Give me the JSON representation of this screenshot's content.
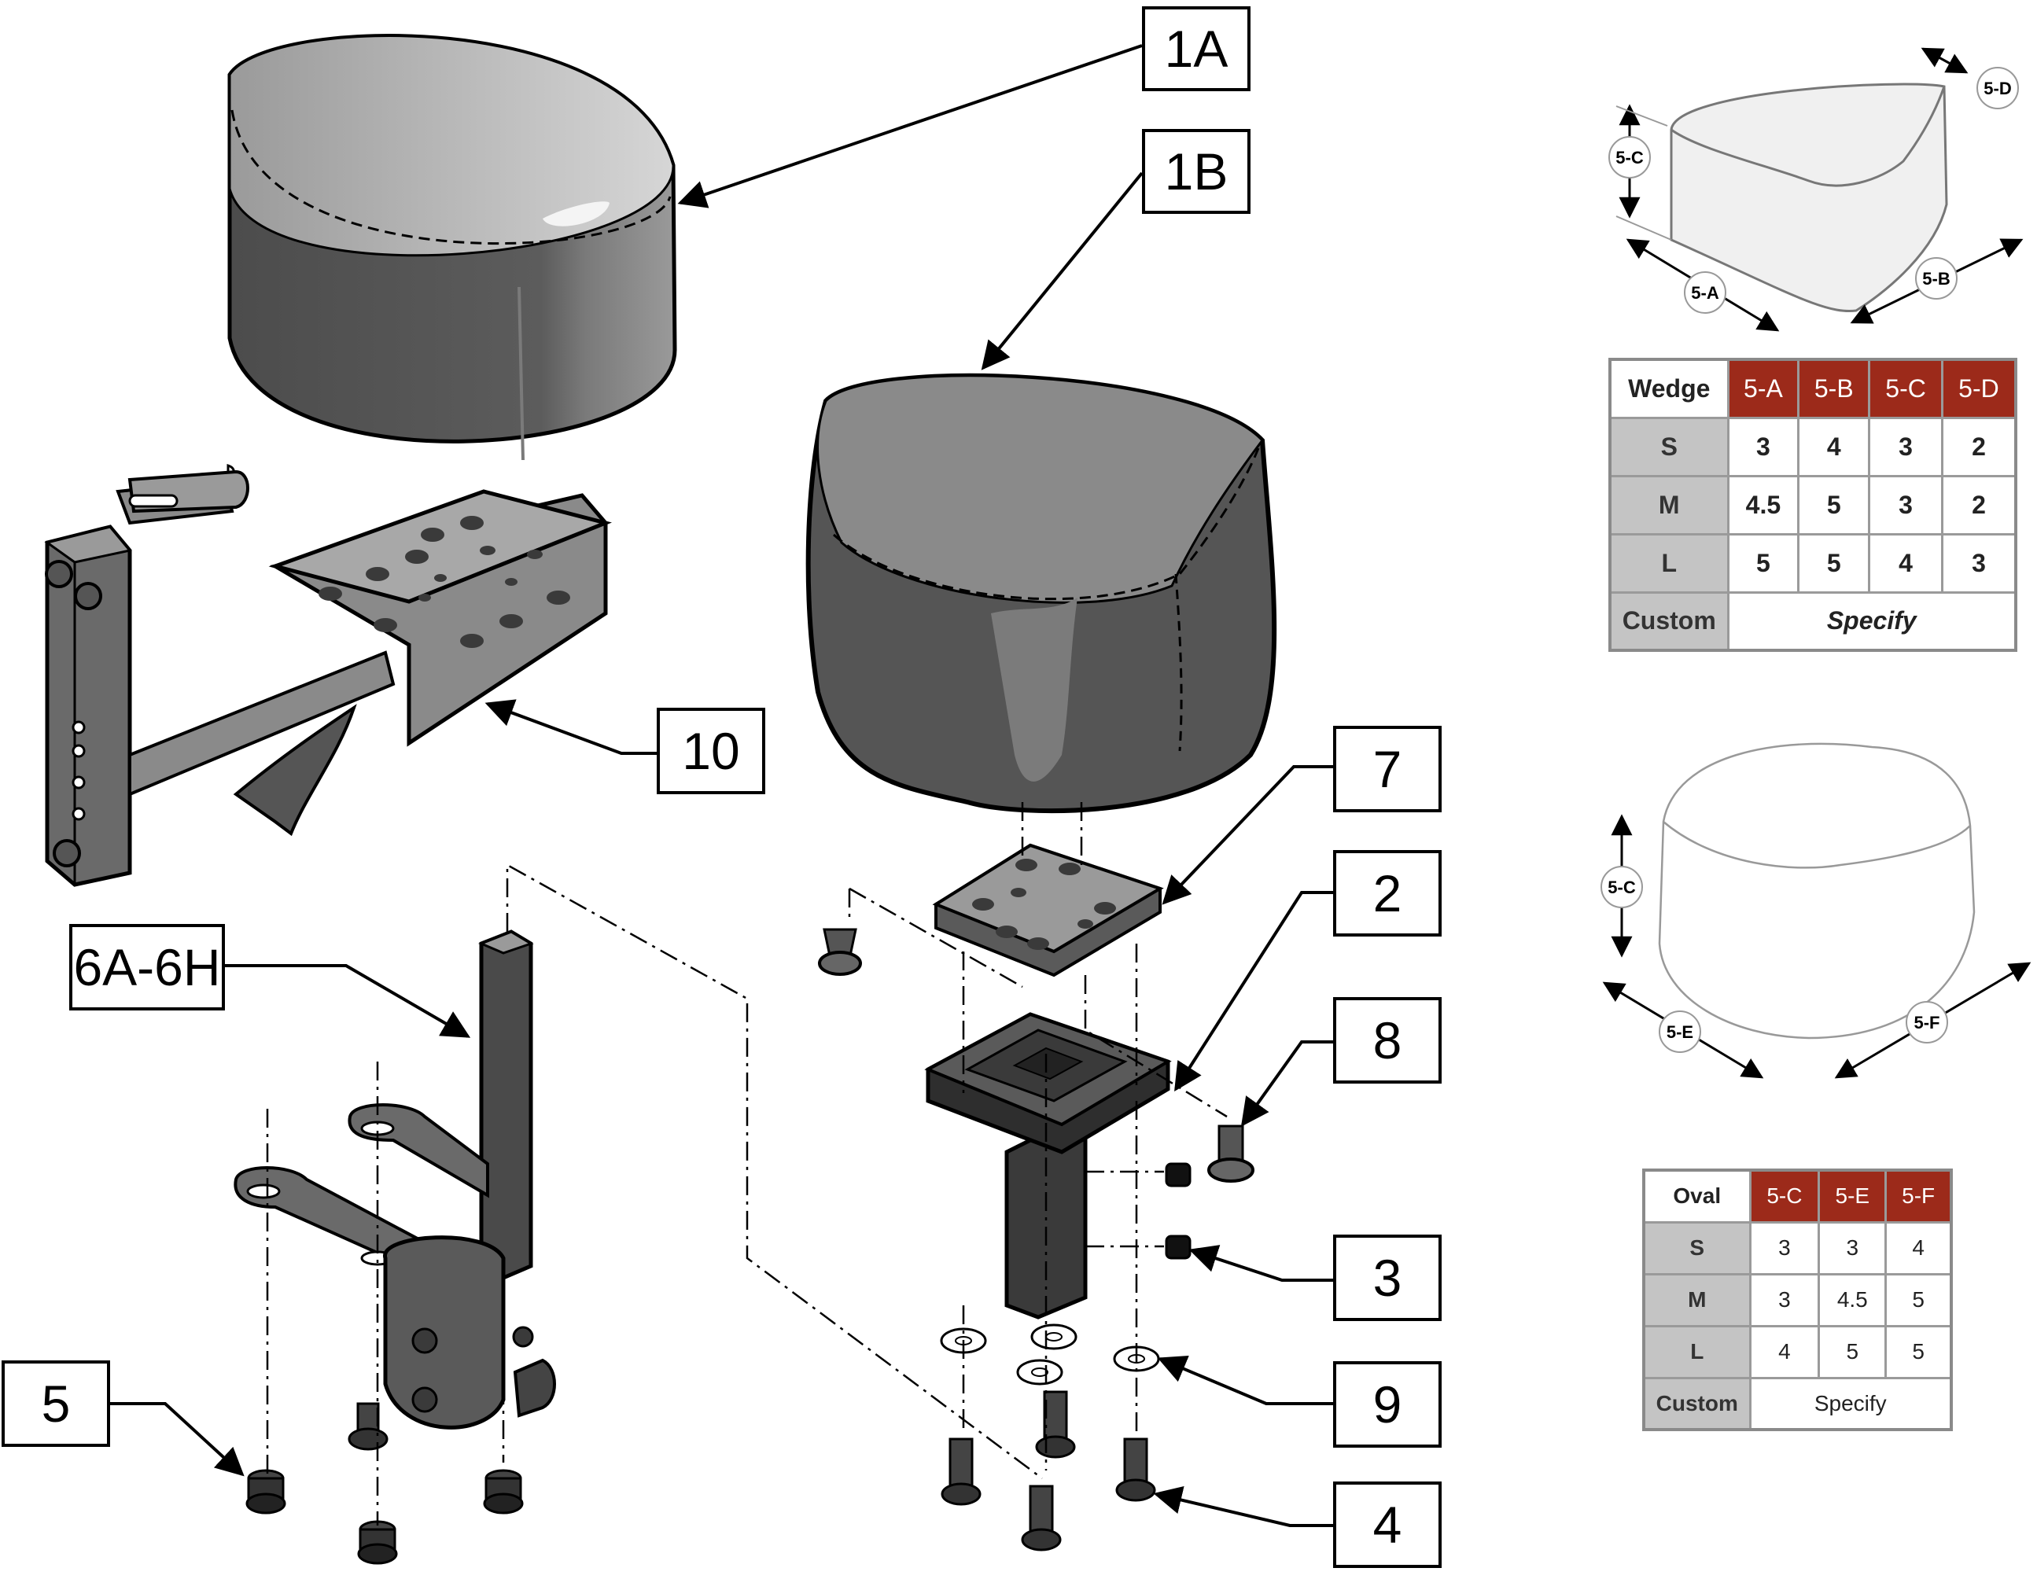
{
  "callouts": {
    "c1A": "1A",
    "c1B": "1B",
    "c10": "10",
    "c6": "6A-6H",
    "c7": "7",
    "c2": "2",
    "c8": "8",
    "c3": "3",
    "c5": "5",
    "c9": "9",
    "c4": "4"
  },
  "wedge_dims": {
    "a": "5-A",
    "b": "5-B",
    "c": "5-C",
    "d": "5-D"
  },
  "oval_dims": {
    "c": "5-C",
    "e": "5-E",
    "f": "5-F"
  },
  "wedge_table": {
    "corner": "Wedge",
    "headers": [
      "5-A",
      "5-B",
      "5-C",
      "5-D"
    ],
    "rows": [
      {
        "label": "S",
        "values": [
          "3",
          "4",
          "3",
          "2"
        ]
      },
      {
        "label": "M",
        "values": [
          "4.5",
          "5",
          "3",
          "2"
        ]
      },
      {
        "label": "L",
        "values": [
          "5",
          "5",
          "4",
          "3"
        ]
      }
    ],
    "custom_label": "Custom",
    "custom_value": "Specify"
  },
  "oval_table": {
    "corner": "Oval",
    "headers": [
      "5-C",
      "5-E",
      "5-F"
    ],
    "rows": [
      {
        "label": "S",
        "values": [
          "3",
          "3",
          "4"
        ]
      },
      {
        "label": "M",
        "values": [
          "3",
          "4.5",
          "5"
        ]
      },
      {
        "label": "L",
        "values": [
          "4",
          "5",
          "5"
        ]
      }
    ],
    "custom_label": "Custom",
    "custom_value": "Specify"
  },
  "colors": {
    "table_header": "#9c2a1a",
    "row_header": "#c4c4c4",
    "part_dark": "#4a4a4a",
    "part_mid": "#8a8a8a",
    "part_light": "#c8c8c8"
  }
}
